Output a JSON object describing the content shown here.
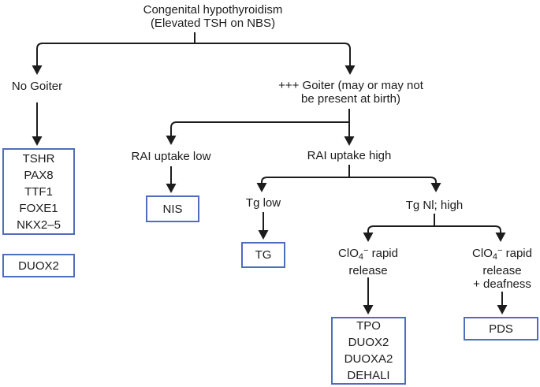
{
  "title": {
    "line1": "Congenital hypothyroidism",
    "line2": "(Elevated TSH on NBS)"
  },
  "branches": {
    "no_goiter": "No Goiter",
    "goiter": {
      "line1": "+++ Goiter (may or may not",
      "line2": "be present at birth)"
    },
    "rai_uptake_low": "RAI uptake low",
    "rai_uptake_high": "RAI uptake high",
    "tg_low": "Tg low",
    "tg_nl_high": "Tg Nl; high",
    "clo4_rapid_release": {
      "pre": "ClO",
      "sub": "4",
      "sup": "−",
      "post": " rapid",
      "line2": "release"
    },
    "clo4_rapid_release_deafness": {
      "pre": "ClO",
      "sub": "4",
      "sup": "−",
      "post": " rapid",
      "line2": "release",
      "line3": "+ deafness"
    }
  },
  "gene_boxes": {
    "no_goiter_genes": {
      "lines": [
        "TSHR",
        "PAX8",
        "TTF1",
        "FOXE1",
        "NKX2–5"
      ]
    },
    "duox2": {
      "label": "DUOX2"
    },
    "nis": {
      "label": "NIS"
    },
    "tg": {
      "label": "TG"
    },
    "goiter_genes": {
      "lines": [
        "TPO",
        "DUOX2",
        "DUOXA2",
        "DEHALI"
      ]
    },
    "pds": {
      "label": "PDS"
    }
  },
  "colors": {
    "box_border": "#4f6dbe",
    "line": "#1c1c1c",
    "text": "#1c1c1c",
    "background": "#ffffff"
  }
}
